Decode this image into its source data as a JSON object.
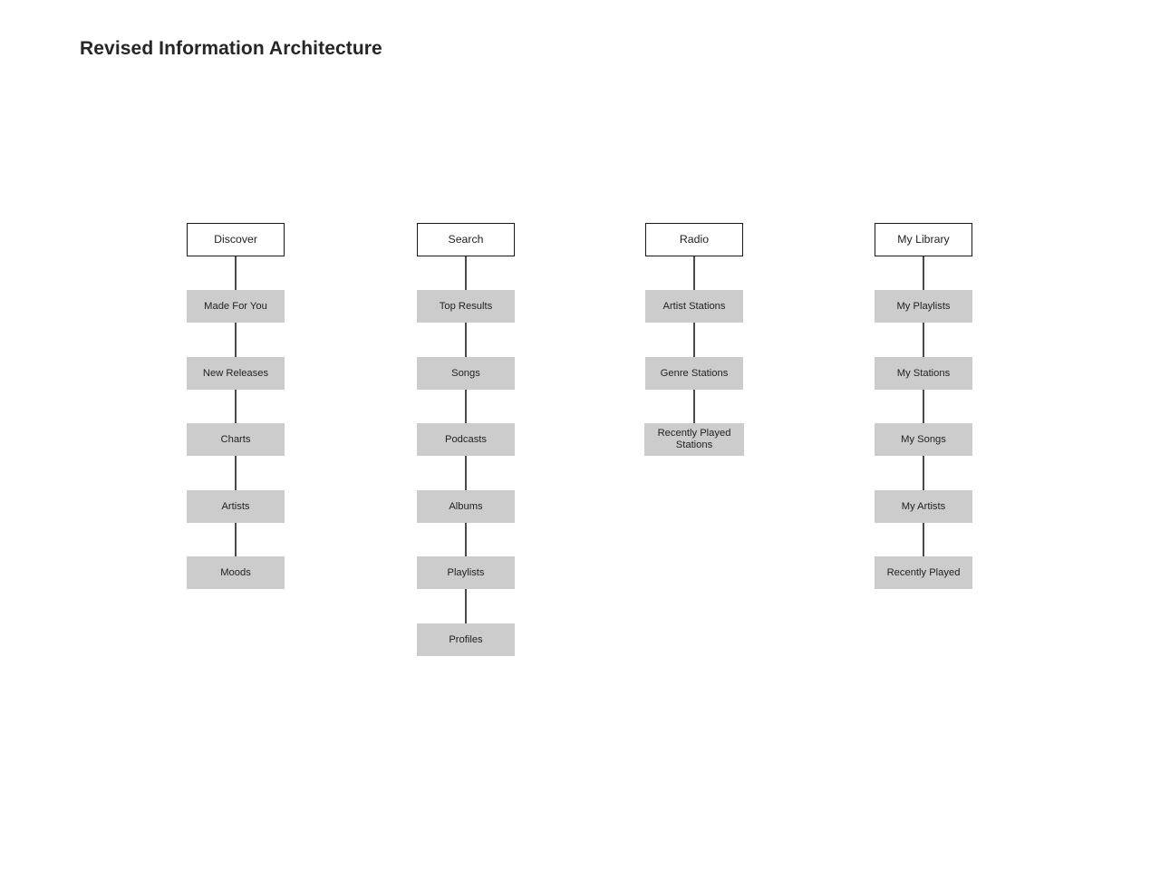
{
  "page": {
    "title": "Revised Information Architecture",
    "background_color": "#ffffff",
    "title_color": "#262626"
  },
  "style": {
    "root_fill": "#ffffff",
    "root_border": "#1a1a1a",
    "child_fill": "#cccccc",
    "connector_color": "#4a4a4a",
    "text_color": "#1f1f1f"
  },
  "diagram": {
    "type": "tree",
    "orientation": "vertical-chains",
    "columns": [
      {
        "root": "Discover",
        "children": [
          "Made For You",
          "New Releases",
          "Charts",
          "Artists",
          "Moods"
        ]
      },
      {
        "root": "Search",
        "children": [
          "Top Results",
          "Songs",
          "Podcasts",
          "Albums",
          "Playlists",
          "Profiles"
        ]
      },
      {
        "root": "Radio",
        "children": [
          "Artist Stations",
          "Genre Stations",
          "Recently Played Stations"
        ]
      },
      {
        "root": "My Library",
        "children": [
          "My Playlists",
          "My Stations",
          "My Songs",
          "My Artists",
          "Recently Played"
        ]
      }
    ]
  }
}
